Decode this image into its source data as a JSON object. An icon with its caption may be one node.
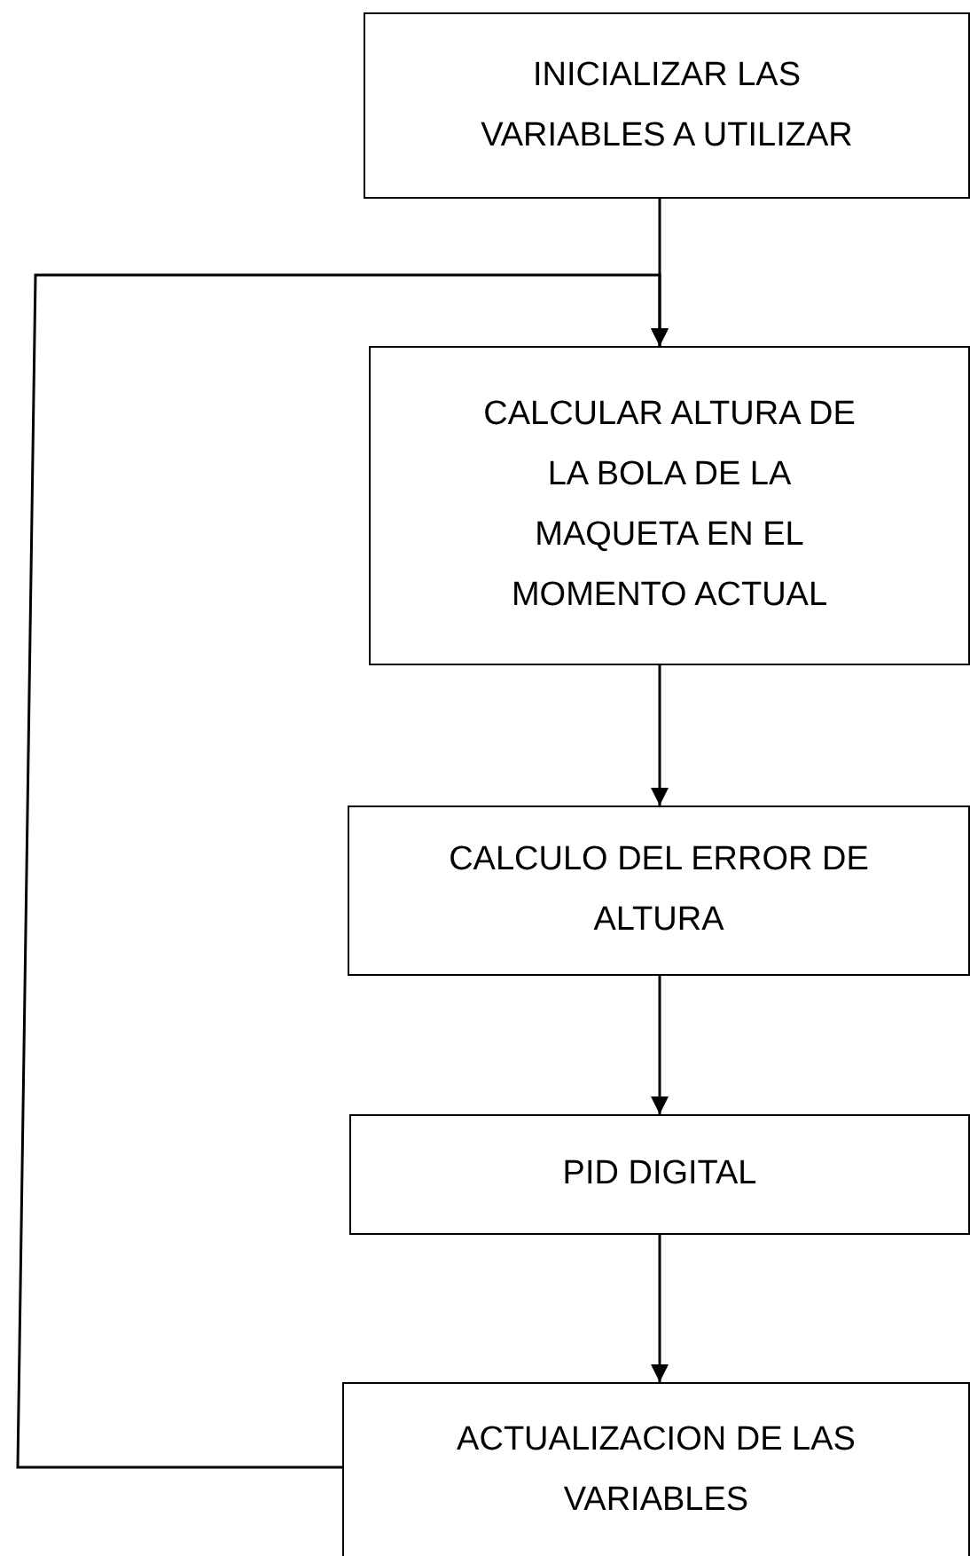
{
  "diagram": {
    "nodes": [
      {
        "text": [
          "INICIALIZAR LAS VARIABLES A UTILIZAR"
        ]
      },
      {
        "text": [
          "CALCULAR ALTURA DE LA BOLA DE LA MAQUETA EN EL MOMENTO ACTUAL"
        ]
      },
      {
        "text": [
          "CALCULO DEL ERROR DE ALTURA"
        ]
      },
      {
        "text": [
          "PID DIGITAL"
        ]
      },
      {
        "text": [
          "ACTUALIZACION DE LAS VARIABLES"
        ]
      }
    ],
    "edges": [
      {
        "from": 0,
        "to": 1,
        "arrow": "to"
      },
      {
        "from": 1,
        "to": 2,
        "arrow": "to"
      },
      {
        "from": 2,
        "to": 3,
        "arrow": "to"
      },
      {
        "from": 3,
        "to": 4,
        "arrow": "to"
      },
      {
        "from": 4,
        "to": 1,
        "arrow": "to"
      }
    ]
  }
}
